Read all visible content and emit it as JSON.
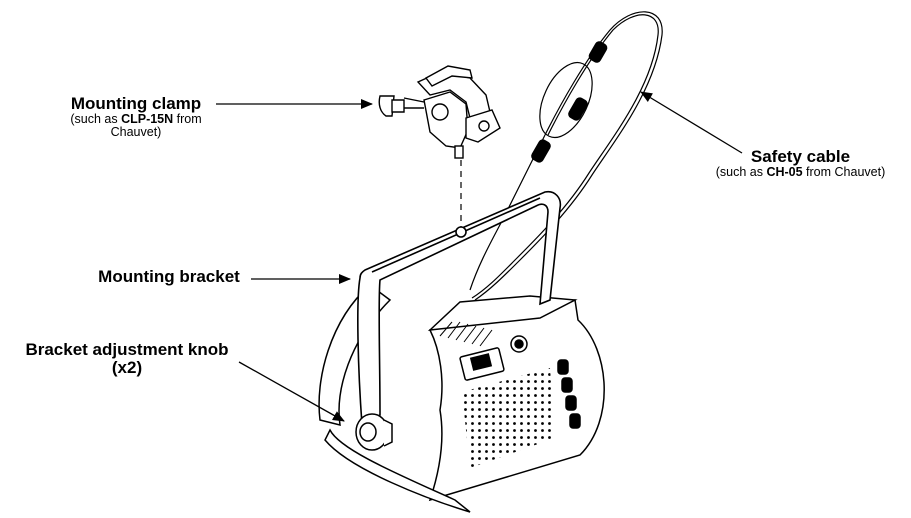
{
  "labels": {
    "mounting_clamp": {
      "title": "Mounting clamp",
      "sub_prefix": "(such as ",
      "sub_model": "CLP-15N",
      "sub_suffix": " from",
      "sub_line2": "Chauvet)"
    },
    "safety_cable": {
      "title": "Safety cable",
      "sub_prefix": "(such as ",
      "sub_model": "CH-05",
      "sub_suffix": " from Chauvet)"
    },
    "mounting_bracket": {
      "title": "Mounting bracket"
    },
    "adjustment_knob": {
      "title_line1": "Bracket adjustment knob",
      "title_line2": "(x2)"
    }
  },
  "colors": {
    "line": "#000000",
    "background": "#ffffff"
  }
}
